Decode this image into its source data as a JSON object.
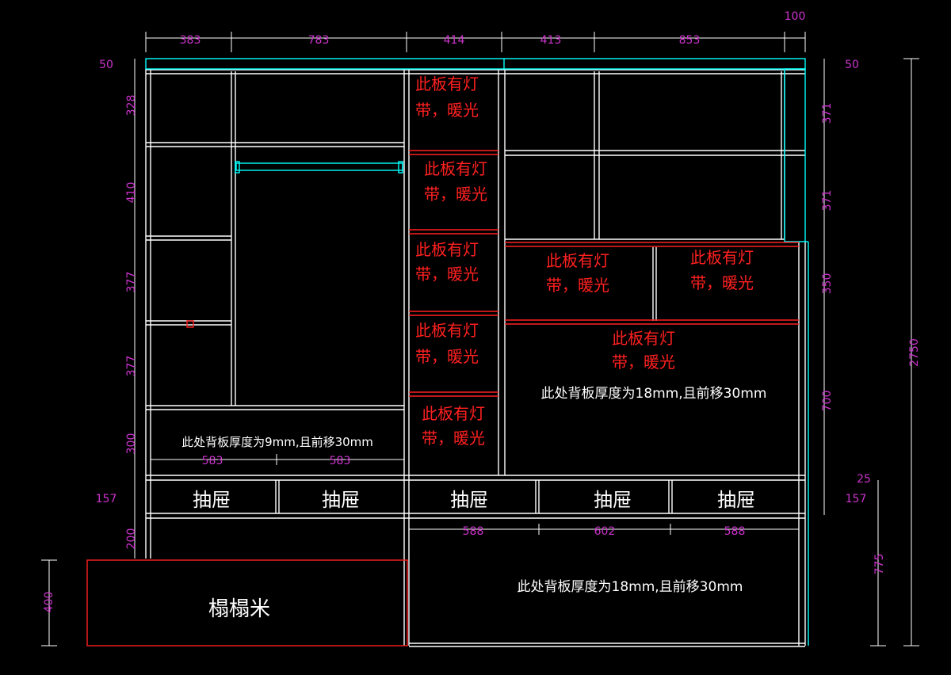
{
  "colors": {
    "background": "#000000",
    "structure": "#ffffff",
    "cyan": "#00ffff",
    "red": "#ff2020",
    "dimension": "#cc33cc"
  },
  "dimensions": {
    "top": [
      "383",
      "783",
      "414",
      "413",
      "853"
    ],
    "top_extra": "100",
    "left": [
      "50",
      "328",
      "410",
      "377",
      "377",
      "300",
      "157",
      "200"
    ],
    "right": [
      "50",
      "371",
      "371",
      "350",
      "700",
      "25",
      "157"
    ],
    "total_height": "2750",
    "bottom_right": "775",
    "tatami_height": "400",
    "lower_left": [
      "583",
      "583"
    ],
    "lower_right": [
      "588",
      "602",
      "588"
    ]
  },
  "labels": {
    "light_note_line1": "此板有灯",
    "light_note_line2": "带，暖光",
    "drawer": "抽屉",
    "tatami": "榻榻米",
    "back_panel_9mm": "此处背板厚度为9mm,且前移30mm",
    "back_panel_18mm": "此处背板厚度为18mm,且前移30mm"
  }
}
